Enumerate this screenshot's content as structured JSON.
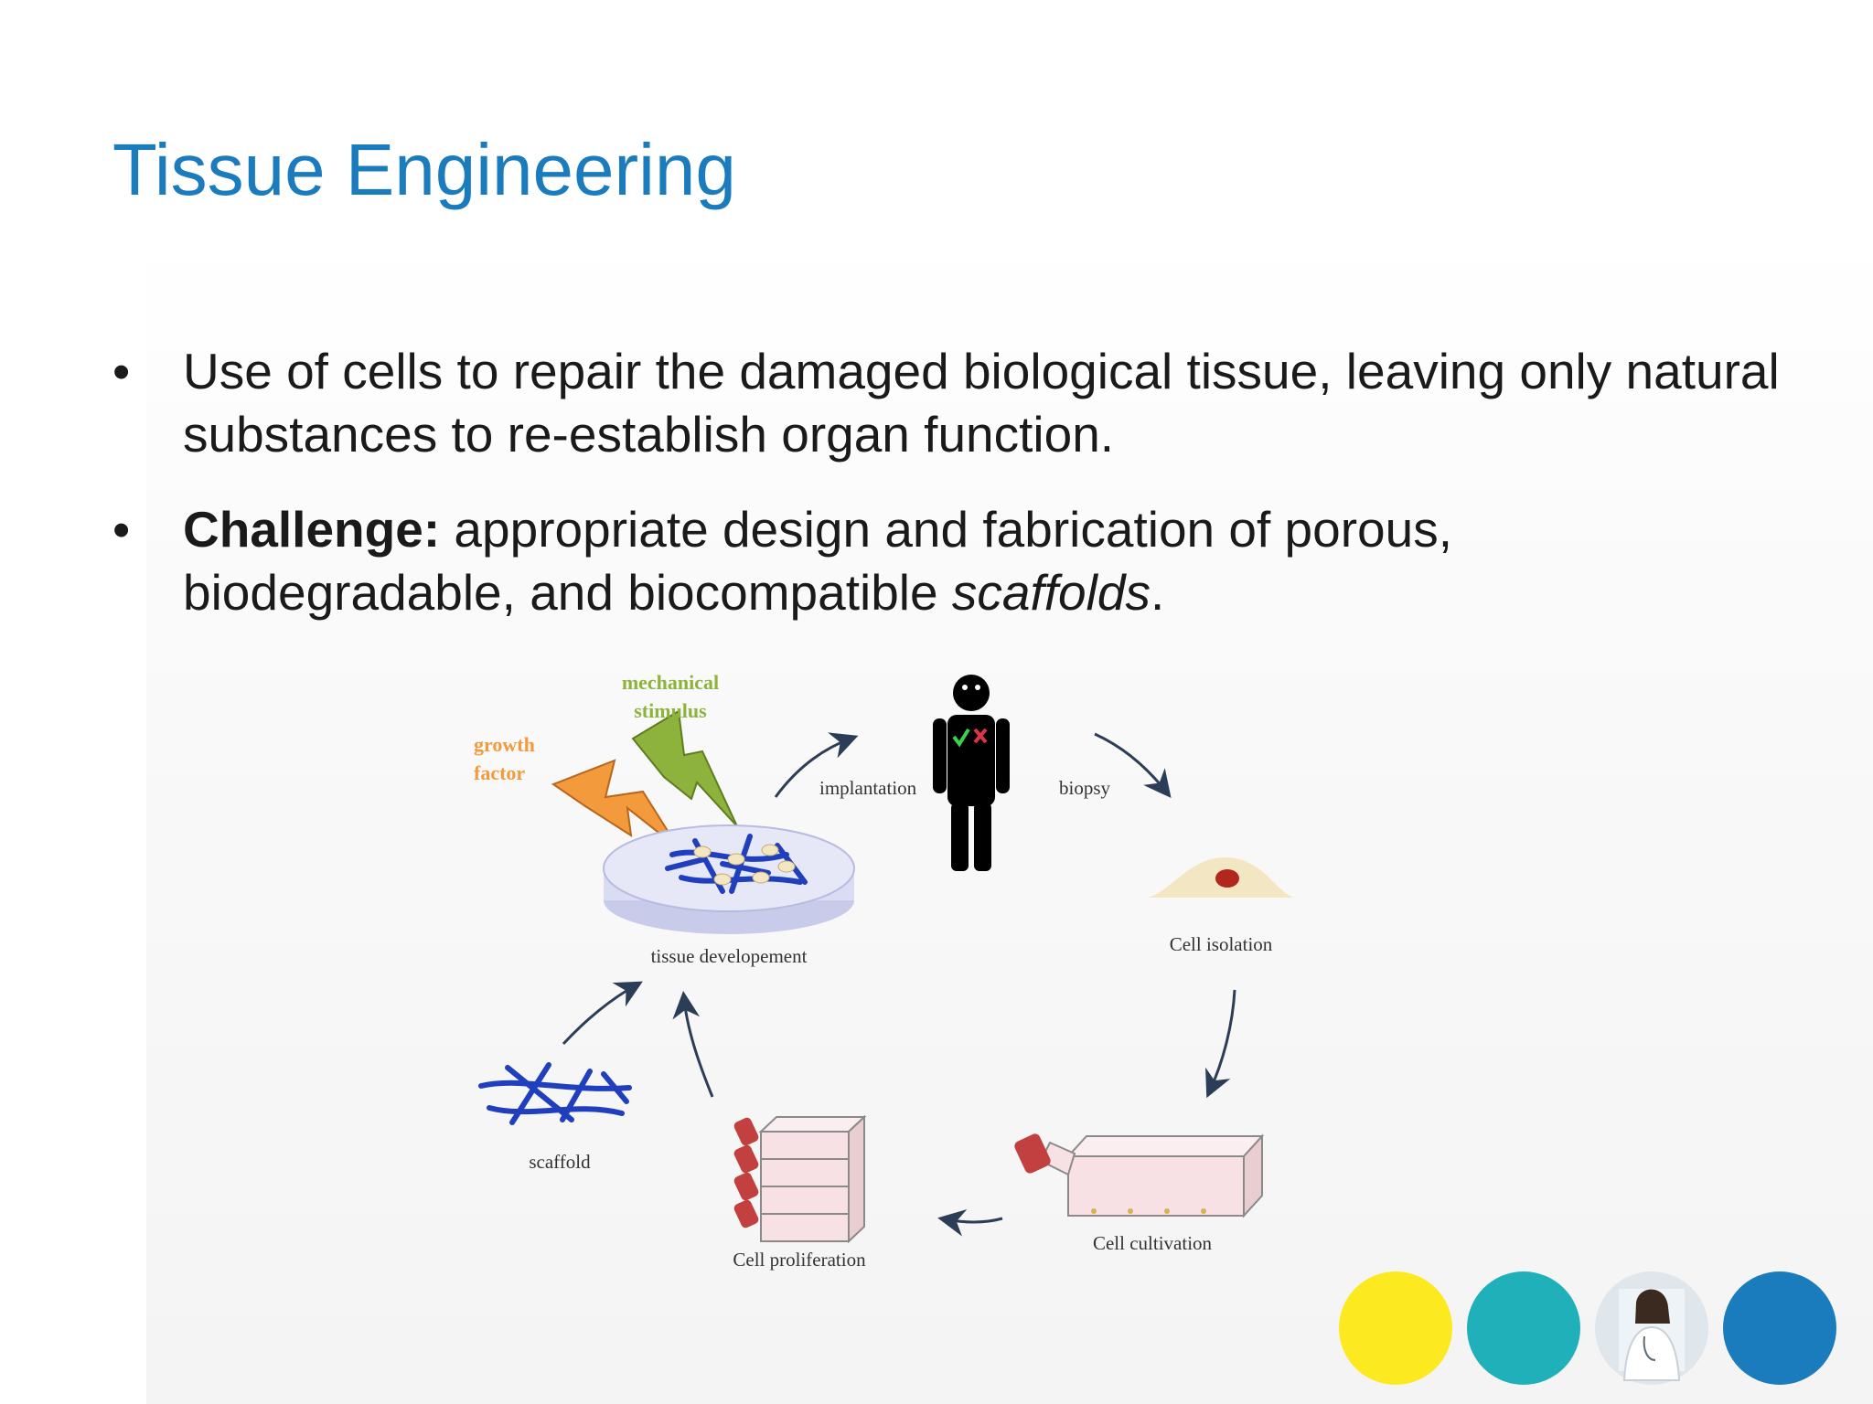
{
  "slide": {
    "title": "Tissue Engineering",
    "bullets": [
      {
        "bullet": "•",
        "text": "Use of cells to repair the damaged biological tissue, leaving only natural substances to re-establish organ function."
      },
      {
        "bullet": "•",
        "bold": "Challenge:",
        "text": " appropriate design and fabrication of porous, biodegradable, and biocompatible ",
        "italic": "scaffolds",
        "tail": "."
      }
    ]
  },
  "diagram": {
    "labels": {
      "mechanical_1": "mechanical",
      "mechanical_2": "stimulus",
      "growth_1": "growth",
      "growth_2": "factor",
      "implantation": "implantation",
      "biopsy": "biopsy",
      "cell_isolation": "Cell isolation",
      "tissue": "tissue developement",
      "scaffold": "scaffold",
      "proliferation": "Cell proliferation",
      "cultivation": "Cell cultivation"
    },
    "colors": {
      "arrow": "#2c3e57",
      "growth": "#f39a3c",
      "mechanical": "#8db33c",
      "scaffold": "#1f3fbf",
      "cell": "#f3e6c2",
      "nucleus": "#b3261e",
      "dish": "#d9dcf2",
      "flask": "#f7e1e4",
      "cap": "#c24040"
    }
  },
  "decor": {
    "circles": [
      "#fde920",
      "#1fb0b9",
      "photo",
      "#1a7bbd"
    ]
  }
}
